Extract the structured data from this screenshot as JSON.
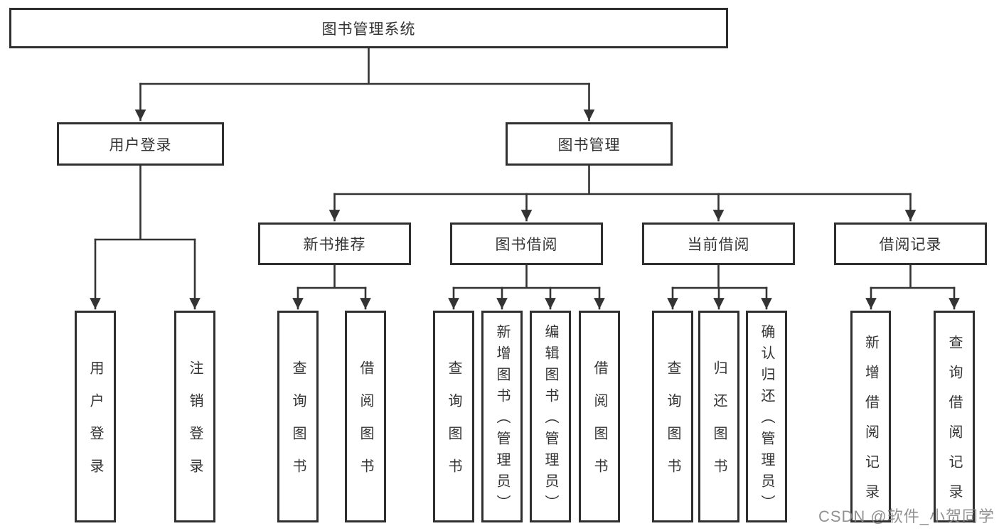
{
  "tree": {
    "root": {
      "label": "图书管理系统",
      "children": [
        {
          "label": "用户登录",
          "children": [
            {
              "label": "用户登录"
            },
            {
              "label": "注销登录"
            }
          ]
        },
        {
          "label": "图书管理",
          "children": [
            {
              "label": "新书推荐",
              "children": [
                {
                  "label": "查询图书"
                },
                {
                  "label": "借阅图书"
                }
              ]
            },
            {
              "label": "图书借阅",
              "children": [
                {
                  "label": "查询图书"
                },
                {
                  "label": "新增图书（管理员）"
                },
                {
                  "label": "编辑图书（管理员）"
                },
                {
                  "label": "借阅图书"
                }
              ]
            },
            {
              "label": "当前借阅",
              "children": [
                {
                  "label": "查询图书"
                },
                {
                  "label": "归还图书"
                },
                {
                  "label": "确认归还（管理员）"
                }
              ]
            },
            {
              "label": "借阅记录",
              "children": [
                {
                  "label": "新增借阅记录"
                },
                {
                  "label": "查询借阅记录"
                }
              ]
            }
          ]
        }
      ]
    }
  },
  "watermark": {
    "text": "CSDN @软件_小贺同学"
  },
  "colors": {
    "background": "#ffffff",
    "box_border": "#2f2f2f",
    "connector": "#333333",
    "text": "#333333",
    "watermark": "#868686"
  }
}
